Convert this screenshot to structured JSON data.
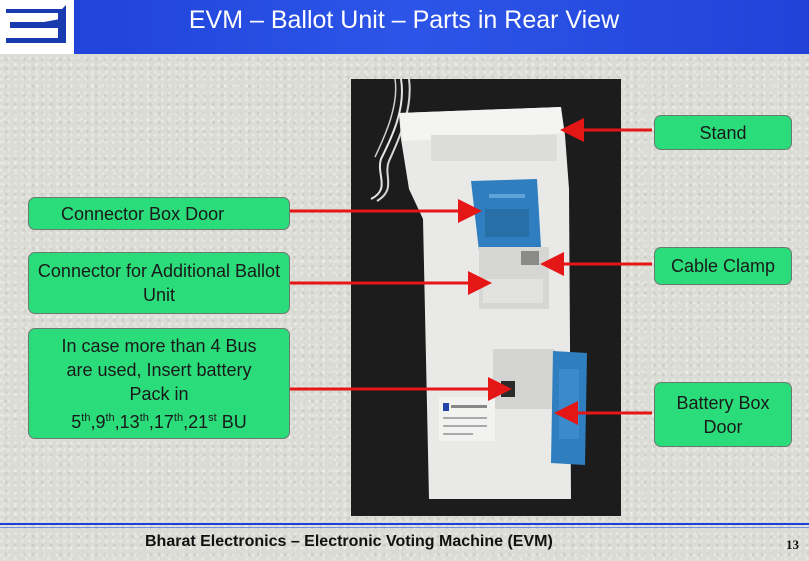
{
  "title": "EVM – Ballot Unit – Parts in Rear View",
  "callouts": {
    "stand": "Stand",
    "connector_box_door": "Connector Box Door",
    "connector_additional": "Connector for Additional Ballot Unit",
    "cable_clamp": "Cable Clamp",
    "battery_box_door": "Battery Box Door",
    "battery_note_1": "In case more than 4 Bus",
    "battery_note_2": "are used, Insert battery",
    "battery_note_3": "Pack in",
    "battery_note_sequence": [
      "5",
      "th",
      ",9",
      "th",
      ",13",
      "th",
      ",17",
      "th",
      ",21",
      "st",
      " BU"
    ]
  },
  "footer": {
    "text": "Bharat Electronics – Electronic Voting Machine (EVM)",
    "page_number": "13"
  },
  "colors": {
    "header_blue": "#2c55e8",
    "callout_green": "#2bdc7a",
    "arrow_red": "#e51616",
    "blue_door": "#2f7fc0"
  }
}
